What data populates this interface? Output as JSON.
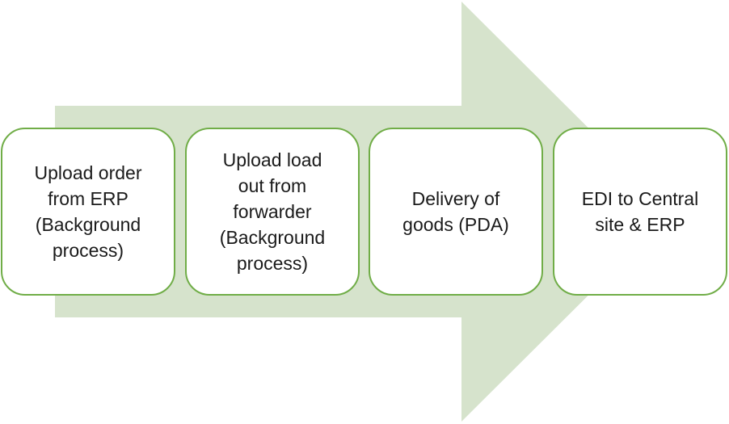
{
  "colors": {
    "arrow_fill": "#D6E3CC",
    "box_border": "#70AD47",
    "box_fill": "#FFFFFF",
    "text": "#1A1A1A"
  },
  "steps": [
    {
      "label": "Upload order\nfrom ERP\n(Background\nprocess)"
    },
    {
      "label": "Upload load\nout from\nforwarder\n(Background\nprocess)"
    },
    {
      "label": "Delivery of\ngoods (PDA)"
    },
    {
      "label": "EDI to Central\nsite & ERP"
    }
  ]
}
